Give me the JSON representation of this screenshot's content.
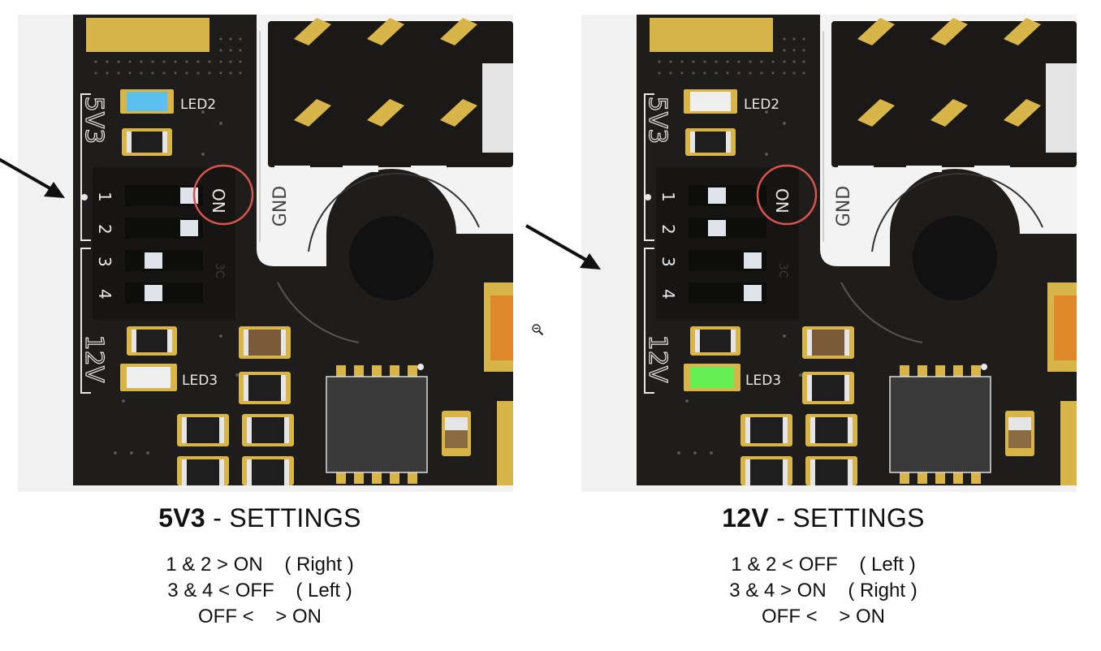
{
  "board_labels": {
    "led2": "LED2",
    "led3": "LED3",
    "v5v3": "5V3",
    "v12": "12V",
    "gnd": "GND",
    "on": "ON",
    "switch_numbers": [
      "1",
      "2",
      "3",
      "4"
    ],
    "silk_mark": "3C"
  },
  "panels": [
    {
      "title_bold": "5V3",
      "title_rest": " - SETTINGS",
      "lines": [
        "1 & 2 > ON    ( Right )",
        "3 & 4 < OFF    ( Left )",
        "OFF <    > ON"
      ],
      "switches": [
        "right",
        "right",
        "left",
        "left"
      ],
      "led2_color": "#5bc0f0",
      "led3_color": "#eeeeee"
    },
    {
      "title_bold": "12V",
      "title_rest": " - SETTINGS",
      "lines": [
        "1 & 2 < OFF    ( Left )",
        "3 & 4 > ON    ( Right )",
        "OFF <    > ON"
      ],
      "switches": [
        "left",
        "left",
        "right",
        "right"
      ],
      "led2_color": "#eeeeee",
      "led3_color": "#66ee55"
    }
  ],
  "colors": {
    "pcb": "#1f1d1b",
    "gold": "#d8b548",
    "highlight_circle": "#d9534f",
    "arrow": "#111111"
  }
}
